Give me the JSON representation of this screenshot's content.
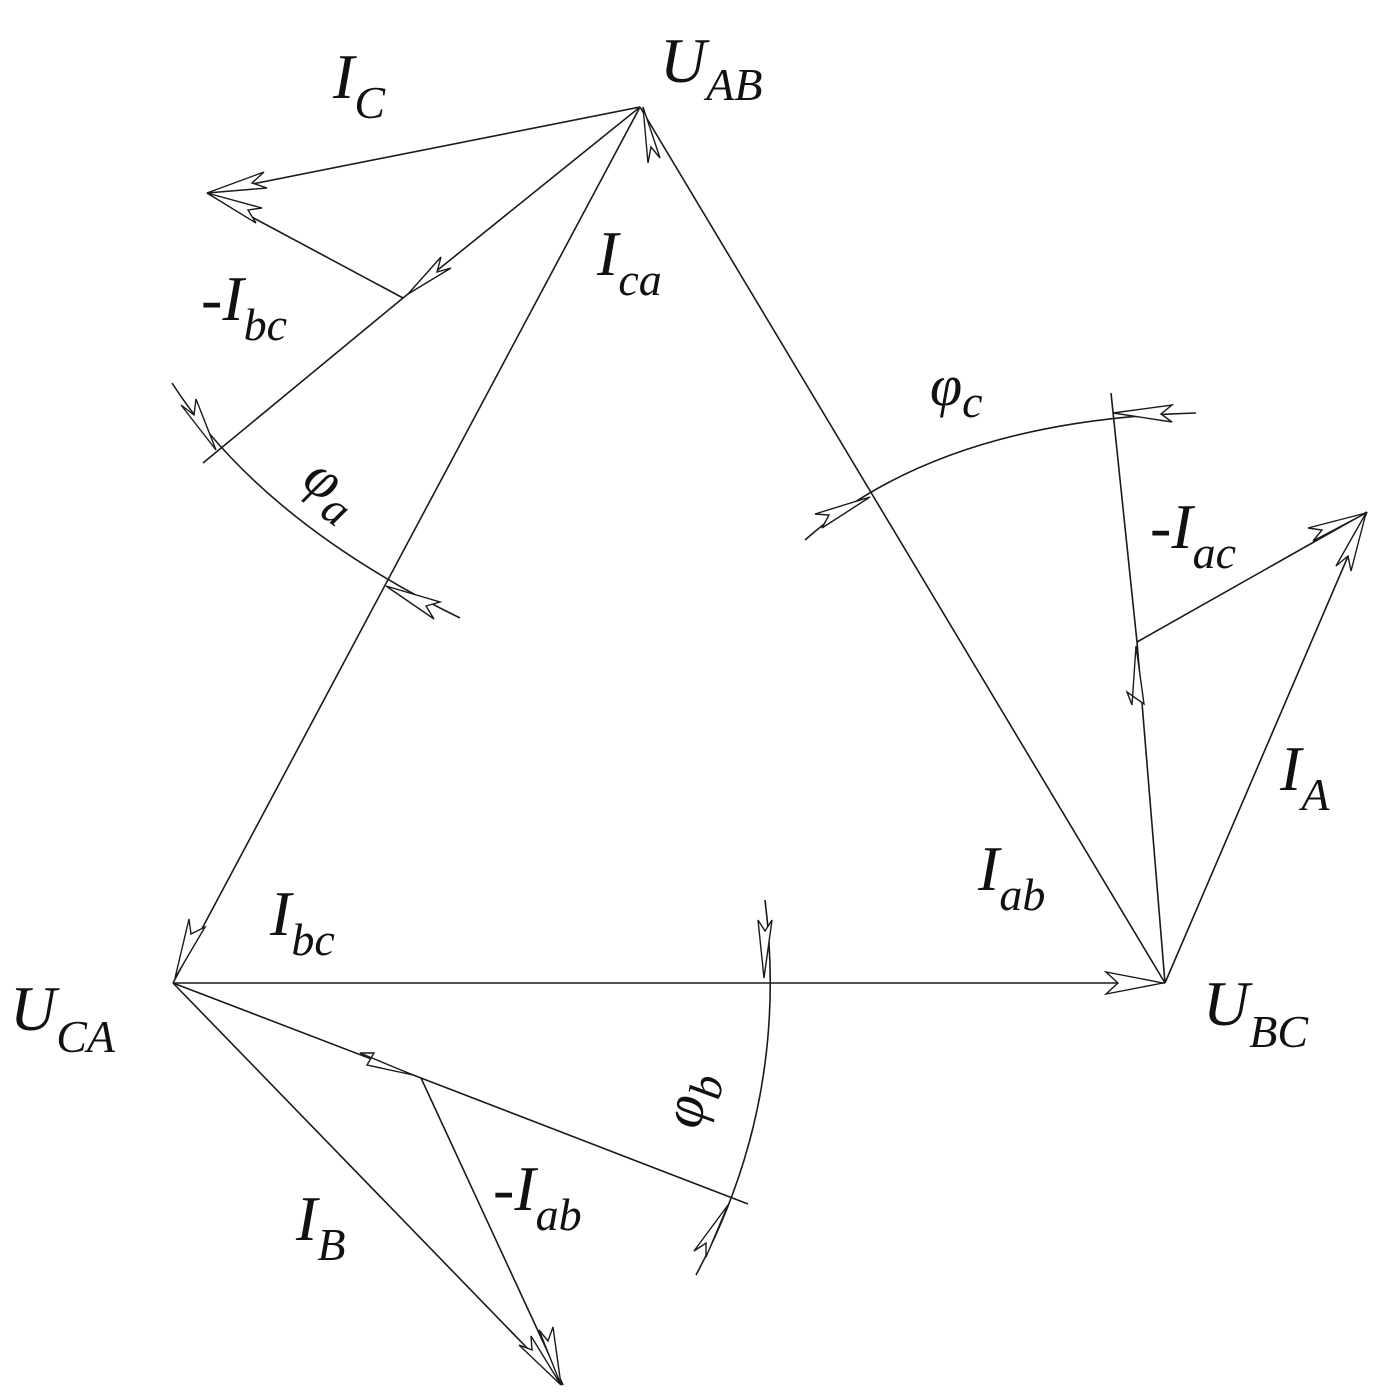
{
  "labels": {
    "u_ab": {
      "main": "U",
      "sub": "AB"
    },
    "u_ca": {
      "main": "U",
      "sub": "CA"
    },
    "u_bc": {
      "main": "U",
      "sub": "BC"
    },
    "i_c": {
      "main": "I",
      "sub": "C"
    },
    "i_ca": {
      "main": "I",
      "sub": "ca"
    },
    "minus_i_bc": {
      "main": "-I",
      "sub": "bc"
    },
    "i_bc": {
      "main": "I",
      "sub": "bc"
    },
    "i_ab": {
      "main": "I",
      "sub": "ab"
    },
    "minus_i_ac": {
      "main": "-I",
      "sub": "ac"
    },
    "i_a": {
      "main": "I",
      "sub": "A"
    },
    "i_b": {
      "main": "I",
      "sub": "B"
    },
    "minus_i_ab": {
      "main": "-I",
      "sub": "ab"
    },
    "phi_a": {
      "main": "φ",
      "sub": "a"
    },
    "phi_b": {
      "main": "φ",
      "sub": "b"
    },
    "phi_c": {
      "main": "φ",
      "sub": "c"
    }
  }
}
